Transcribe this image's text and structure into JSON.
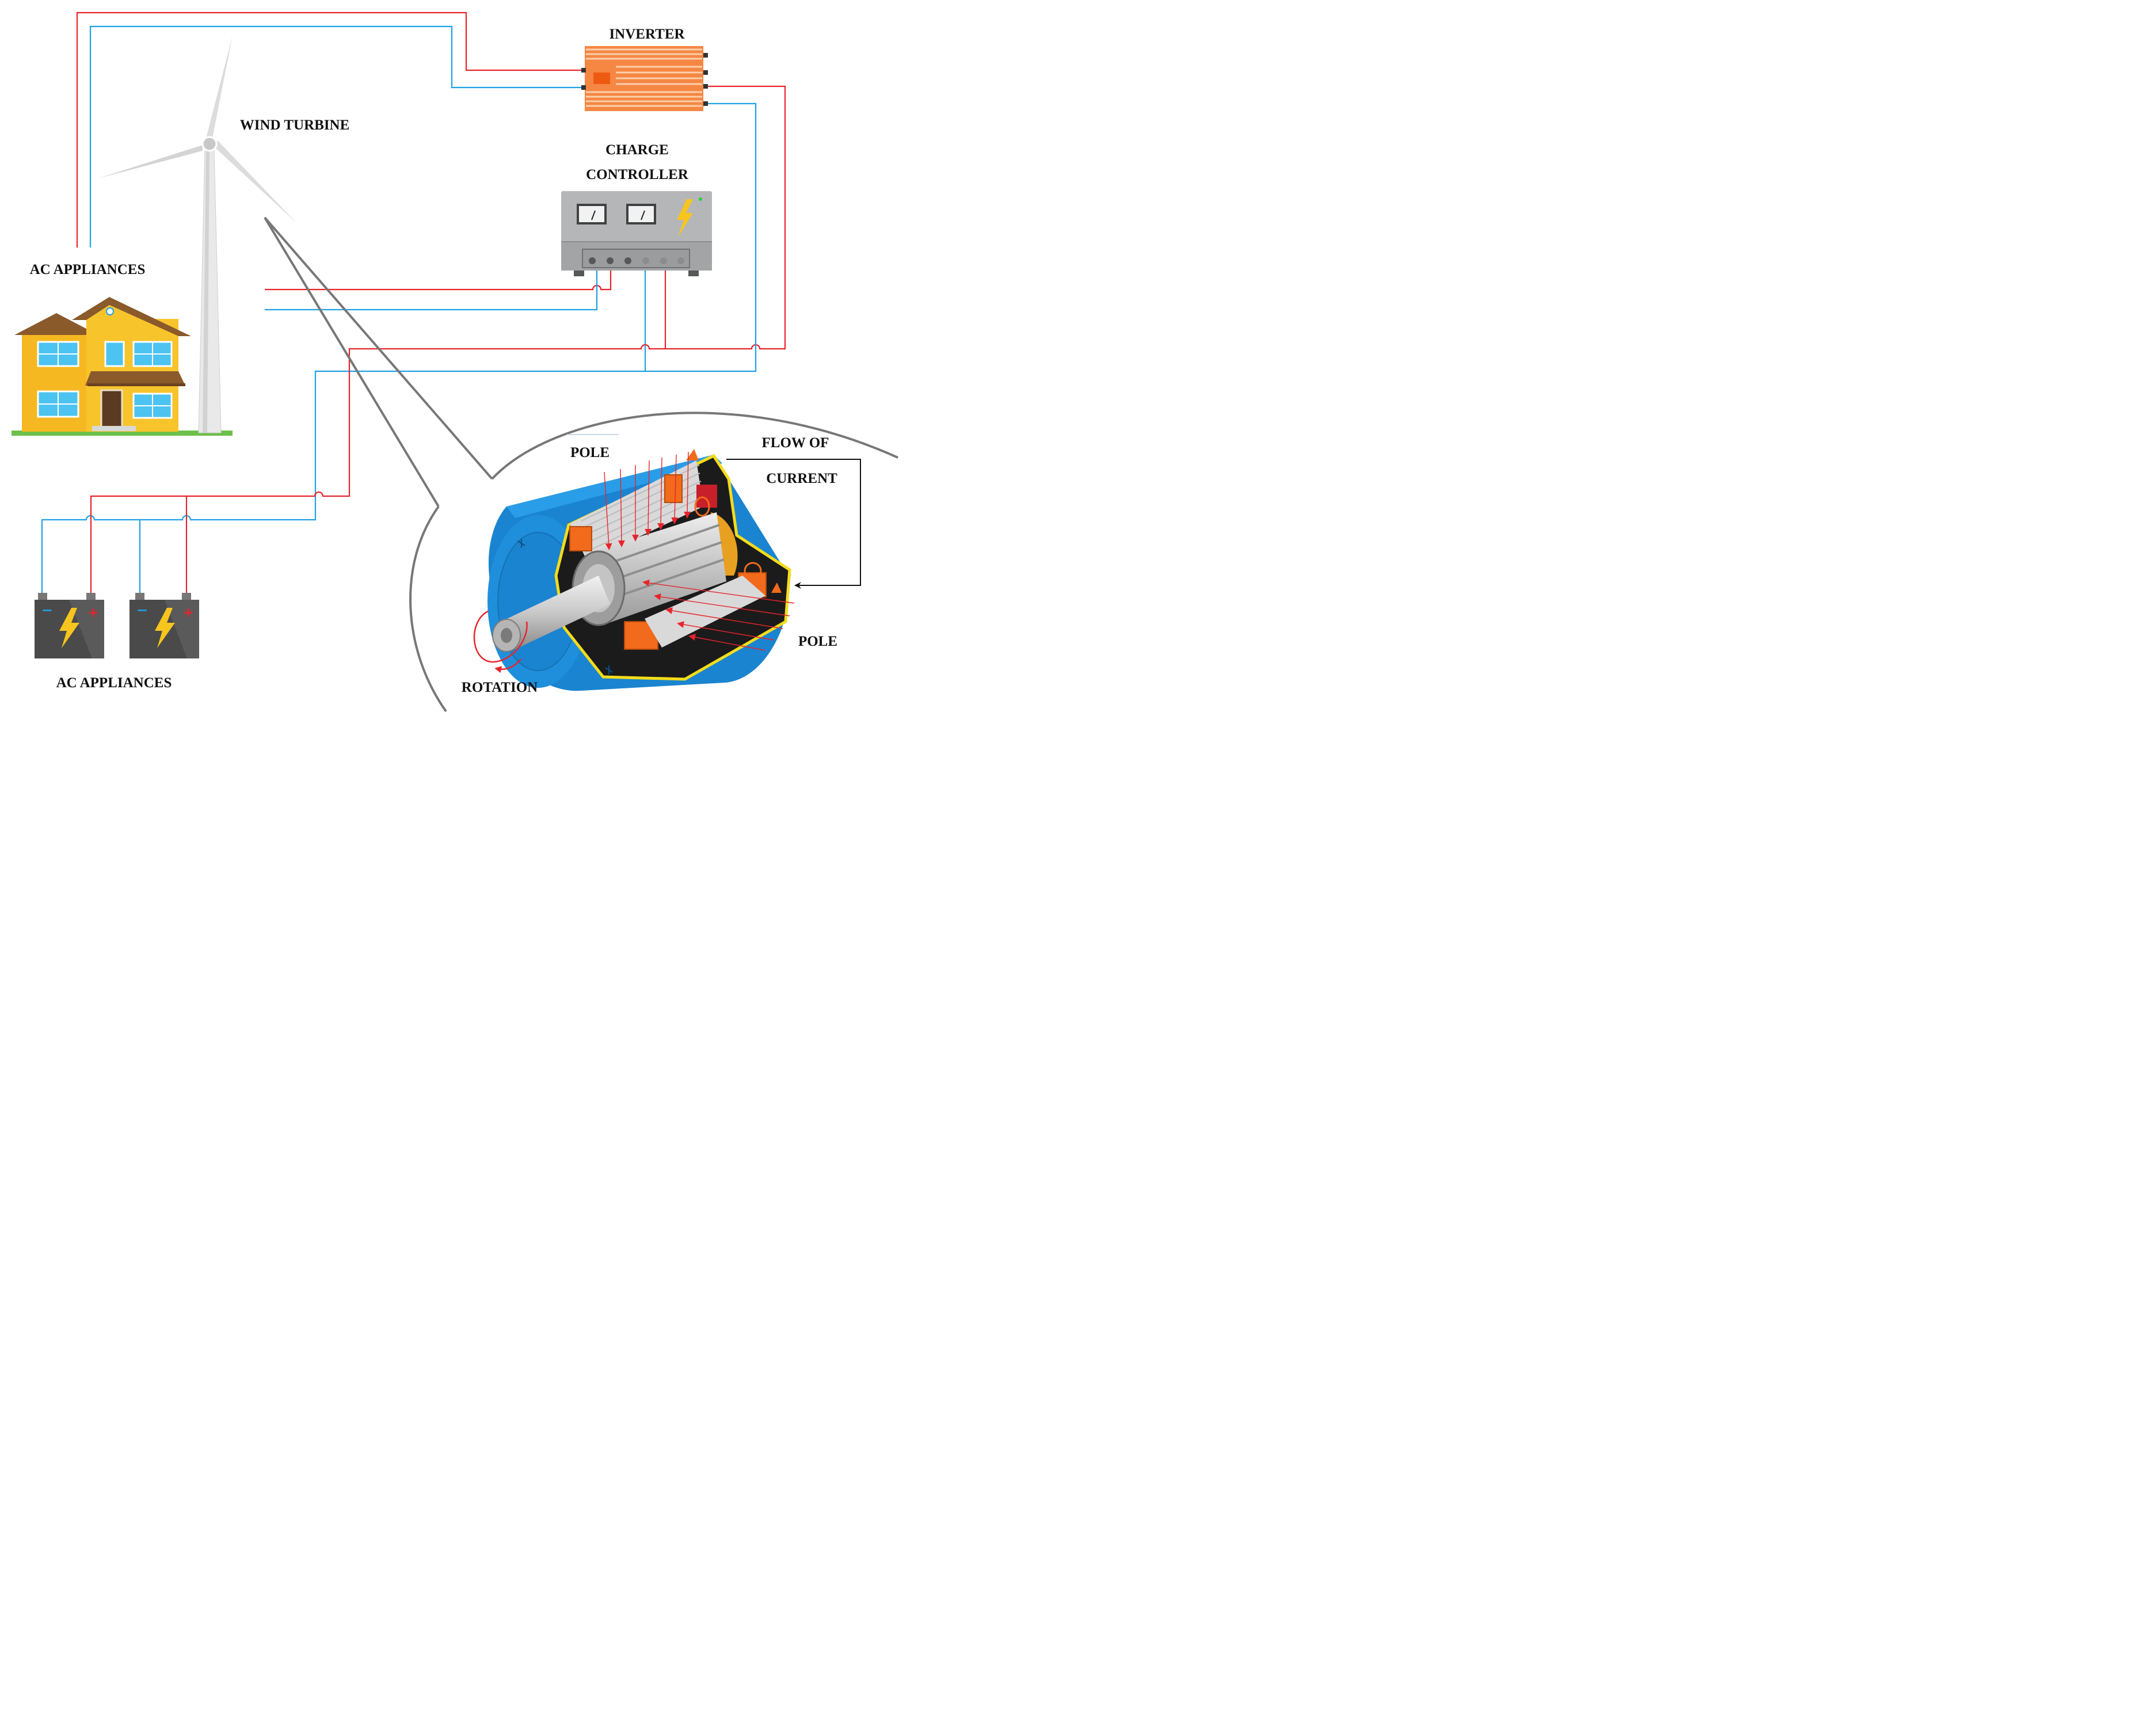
{
  "labels": {
    "inverter": "INVERTER",
    "wind_turbine": "WIND TURBINE",
    "charge_line1": "CHARGE",
    "charge_line2": "CONTROLLER",
    "ac_appliances_top": "AC APPLIANCES",
    "ac_appliances_bottom": "AC APPLIANCES",
    "pole_top": "POLE",
    "pole_bottom": "POLE",
    "flow_line1": "FLOW OF",
    "flow_line2": "CURRENT",
    "rotation": "ROTATION"
  },
  "battery_terminals": {
    "negative": "−",
    "positive": "+"
  },
  "icons": [
    "house-icon",
    "wind-turbine-icon",
    "inverter-icon",
    "charge-controller-icon",
    "battery-icon",
    "generator-cutaway-icon",
    "lightning-bolt-icon"
  ],
  "colors": {
    "positive_wire": "#e8242b",
    "negative_wire": "#1ea1e6",
    "house": "#f6b821",
    "inverter": "#f58742",
    "controller": "#b4b6b8",
    "battery": "#4a4a4a",
    "bolt": "#f7c51e",
    "generator": "#1a84d0",
    "coil": "#f26a1b"
  }
}
